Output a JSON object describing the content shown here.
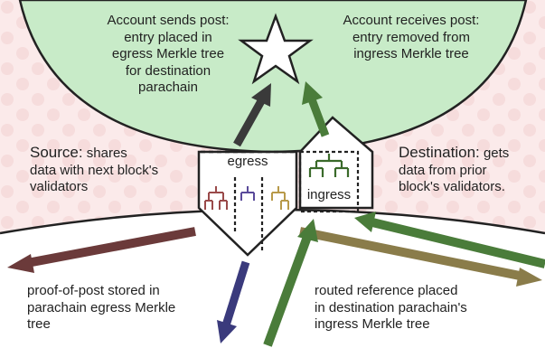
{
  "diagram": {
    "relay_note_left": "Account sends post:\nentry placed in\negress Merkle tree\nfor destination\nparachain",
    "relay_note_right": "Account receives post:\nentry removed from\ningress Merkle tree",
    "source_heading": "Source:",
    "source_rest": " shares\ndata with next block's\nvalidators",
    "dest_heading": "Destination:",
    "dest_rest": " gets\ndata from prior\nblock's validators.",
    "egress_label": "egress",
    "ingress_label": "ingress",
    "bottom_left_note": "proof-of-post stored in\nparachain egress Merkle\ntree",
    "bottom_right_note": "routed reference placed\nin destination parachain's\ningress Merkle tree"
  },
  "colors": {
    "background_pink": "#fbeaea",
    "relay_green": "#c8ebc8",
    "arrow_dark": "#3a3a3a",
    "arrow_green": "#4a7c3a",
    "arrow_maroon": "#6b3a3a",
    "arrow_navy": "#3a3a7c",
    "arrow_olive": "#8a7c4a",
    "tree_red": "#9a4a4a",
    "tree_purple": "#5a4a9a",
    "tree_gold": "#b89a4a",
    "tree_green": "#3a6a2a"
  }
}
